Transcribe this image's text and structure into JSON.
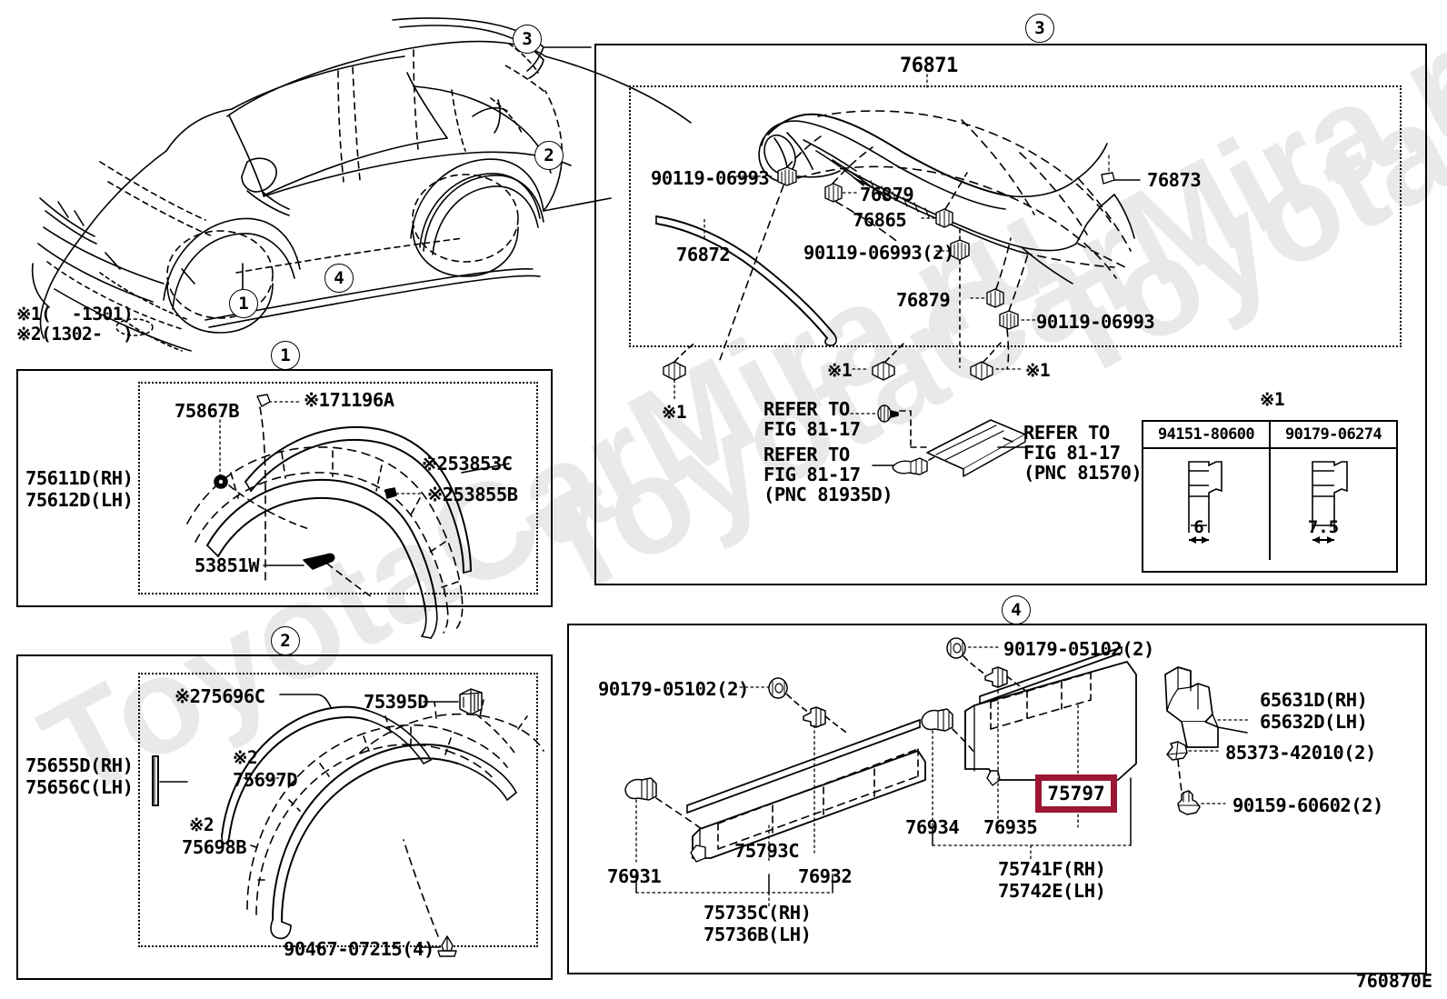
{
  "figure": {
    "id": "760870E",
    "watermark": "ToyotaCarMira.ru"
  },
  "notes": {
    "note1": "※1(  -1301)",
    "note2": "※2(1302-  )"
  },
  "callouts": {
    "c1": "1",
    "c2": "2",
    "c3": "3",
    "c4": "4"
  },
  "panel1": {
    "number": "1",
    "assembly": {
      "rh": "75611D(RH)",
      "lh": "75612D(LH)"
    },
    "parts": [
      {
        "id": "p1-75867B",
        "label": "75867B"
      },
      {
        "id": "p1-171196A",
        "label": "※171196A"
      },
      {
        "id": "p1-53853C",
        "label": "※253853C"
      },
      {
        "id": "p1-53855B",
        "label": "※253855B"
      },
      {
        "id": "p1-53851W",
        "label": "53851W"
      }
    ]
  },
  "panel2": {
    "number": "2",
    "assembly": {
      "rh": "75655D(RH)",
      "lh": "75656C(LH)"
    },
    "parts": [
      {
        "id": "p2-75696C",
        "label": "※275696C"
      },
      {
        "id": "p2-75395D",
        "label": "75395D"
      },
      {
        "id": "p2-75697D",
        "label": "75697D",
        "prefix": "※2"
      },
      {
        "id": "p2-75698B",
        "label": "75698B",
        "prefix": "※2"
      },
      {
        "id": "p2-90467",
        "label": "90467-07215(4)"
      }
    ]
  },
  "panel3": {
    "number": "3",
    "title": "76871",
    "parts": [
      {
        "id": "p3-90119-a",
        "label": "90119-06993"
      },
      {
        "id": "p3-76879-a",
        "label": "76879"
      },
      {
        "id": "p3-76865",
        "label": "76865"
      },
      {
        "id": "p3-76872",
        "label": "76872"
      },
      {
        "id": "p3-90119-b",
        "label": "90119-06993(2)"
      },
      {
        "id": "p3-76879-b",
        "label": "76879"
      },
      {
        "id": "p3-90119-c",
        "label": "90119-06993"
      },
      {
        "id": "p3-76873",
        "label": "76873"
      }
    ],
    "markers": [
      {
        "id": "m1",
        "label": "※1"
      },
      {
        "id": "m2",
        "label": "※1"
      },
      {
        "id": "m3",
        "label": "※1"
      }
    ],
    "refer": [
      {
        "id": "r1",
        "line1": "REFER TO",
        "line2": "FIG 81-17",
        "line3": ""
      },
      {
        "id": "r2",
        "line1": "REFER TO",
        "line2": "FIG 81-17",
        "line3": "(PNC 81935D)"
      },
      {
        "id": "r3",
        "line1": "REFER TO",
        "line2": "FIG 81-17",
        "line3": "(PNC 81570)"
      }
    ],
    "table": {
      "marker": "※1",
      "headers": [
        "94151-80600",
        "90179-06274"
      ],
      "dims": [
        "6",
        "7.5"
      ]
    }
  },
  "panel4": {
    "number": "4",
    "parts": [
      {
        "id": "p4-90179-a",
        "label": "90179-05102(2)"
      },
      {
        "id": "p4-90179-b",
        "label": "90179-05102(2)"
      },
      {
        "id": "p4-76931",
        "label": "76931"
      },
      {
        "id": "p4-75793C",
        "label": "75793C"
      },
      {
        "id": "p4-76932",
        "label": "76932"
      },
      {
        "id": "p4-76934",
        "label": "76934"
      },
      {
        "id": "p4-76935",
        "label": "76935"
      },
      {
        "id": "p4-75797",
        "label": "75797",
        "highlight": true,
        "highlight_color": "#9B1733"
      },
      {
        "id": "p4-65631D",
        "label": "65631D(RH)"
      },
      {
        "id": "p4-65632D",
        "label": "65632D(LH)"
      },
      {
        "id": "p4-85373",
        "label": "85373-42010(2)"
      },
      {
        "id": "p4-90159",
        "label": "90159-60602(2)"
      }
    ],
    "assembly_left": {
      "rh": "75735C(RH)",
      "lh": "75736B(LH)"
    },
    "assembly_right": {
      "rh": "75741F(RH)",
      "lh": "75742E(LH)"
    }
  }
}
